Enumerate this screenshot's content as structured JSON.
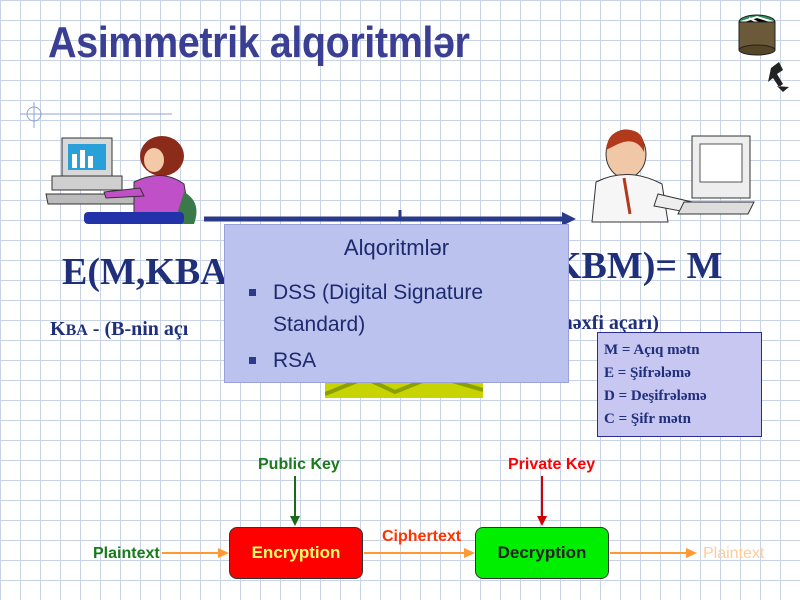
{
  "title": "Asimmetrik alqoritmlər",
  "encryption_formula": "E(M,KBA",
  "decryption_formula": "KBM)= M",
  "kba_note": {
    "key": "KBA",
    "sub": "BA",
    "text": " - (B-nin açı"
  },
  "kbm_note": "n məxfi açarı)",
  "popup": {
    "title": "Alqoritmlər",
    "items": [
      "DSS (Digital Signature Standard)",
      "RSA"
    ]
  },
  "legend": [
    "M = Açıq mətn",
    "E = Şifrələmə",
    "D = Deşifrələmə",
    "C = Şifr mətn"
  ],
  "flow": {
    "public_key": "Public Key",
    "private_key": "Private Key",
    "plaintext_in": "Plaintext",
    "encryption": "Encryption",
    "ciphertext": "Ciphertext",
    "decryption": "Decryption",
    "plaintext_out": "Plaintext"
  },
  "colors": {
    "title": "#3a3f93",
    "encryption_box": "#ff0000",
    "decryption_box": "#00ee00",
    "public_key": "#1a7a1a",
    "private_key": "#ff0000",
    "ciphertext": "#ff3300",
    "plaintext_in": "#1a7a1a",
    "plaintext_out": "#ffcc99",
    "arrows": "#ff9933"
  },
  "icons": [
    "server-icon",
    "woman-at-computer-icon",
    "man-at-computer-icon"
  ]
}
